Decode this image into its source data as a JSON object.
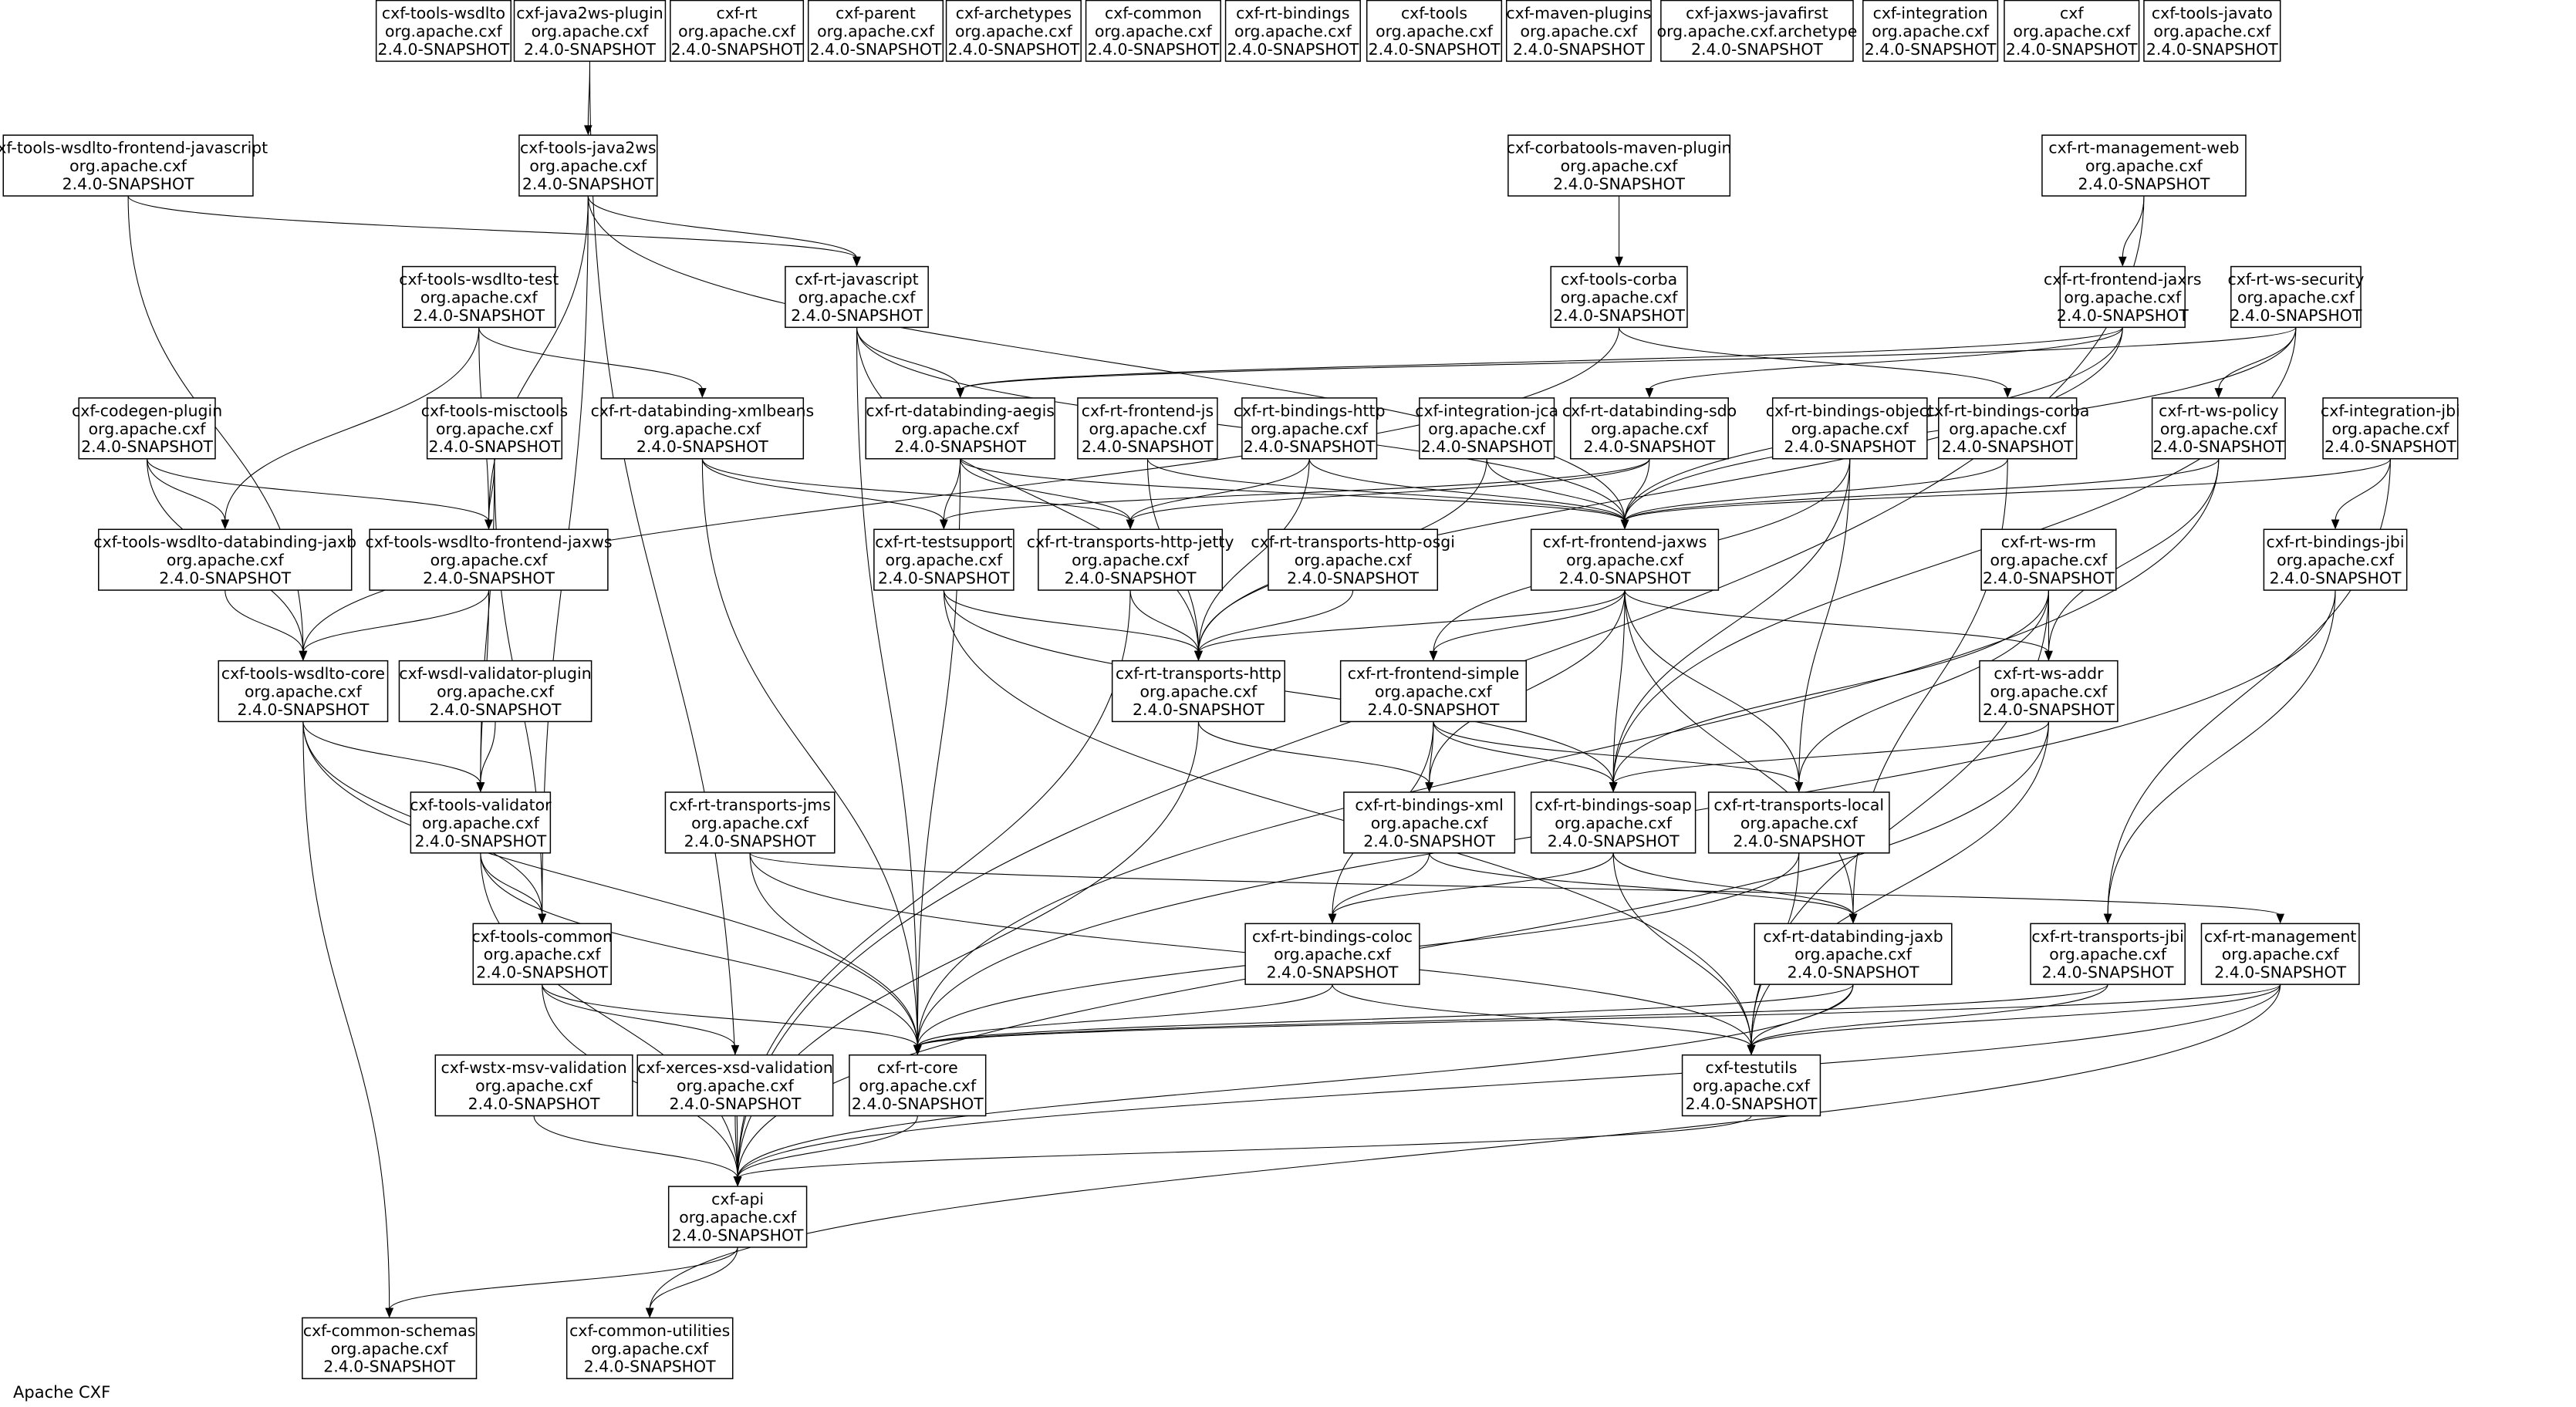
{
  "footer": "Apache CXF",
  "nodes": [
    {
      "id": "cxf-tools-wsdlto",
      "group": "org.apache.cxf",
      "version": "2.4.0-SNAPSHOT"
    },
    {
      "id": "cxf-java2ws-plugin",
      "group": "org.apache.cxf",
      "version": "2.4.0-SNAPSHOT"
    },
    {
      "id": "cxf-rt",
      "group": "org.apache.cxf",
      "version": "2.4.0-SNAPSHOT"
    },
    {
      "id": "cxf-parent",
      "group": "org.apache.cxf",
      "version": "2.4.0-SNAPSHOT"
    },
    {
      "id": "cxf-archetypes",
      "group": "org.apache.cxf",
      "version": "2.4.0-SNAPSHOT"
    },
    {
      "id": "cxf-common",
      "group": "org.apache.cxf",
      "version": "2.4.0-SNAPSHOT"
    },
    {
      "id": "cxf-rt-bindings",
      "group": "org.apache.cxf",
      "version": "2.4.0-SNAPSHOT"
    },
    {
      "id": "cxf-tools",
      "group": "org.apache.cxf",
      "version": "2.4.0-SNAPSHOT"
    },
    {
      "id": "cxf-maven-plugins",
      "group": "org.apache.cxf",
      "version": "2.4.0-SNAPSHOT"
    },
    {
      "id": "cxf-jaxws-javafirst",
      "group": "org.apache.cxf.archetype",
      "version": "2.4.0-SNAPSHOT"
    },
    {
      "id": "cxf-integration",
      "group": "org.apache.cxf",
      "version": "2.4.0-SNAPSHOT"
    },
    {
      "id": "cxf",
      "group": "org.apache.cxf",
      "version": "2.4.0-SNAPSHOT"
    },
    {
      "id": "cxf-tools-javato",
      "group": "org.apache.cxf",
      "version": "2.4.0-SNAPSHOT"
    },
    {
      "id": "cxf-tools-wsdlto-frontend-javascript",
      "group": "org.apache.cxf",
      "version": "2.4.0-SNAPSHOT"
    },
    {
      "id": "cxf-tools-java2ws",
      "group": "org.apache.cxf",
      "version": "2.4.0-SNAPSHOT"
    },
    {
      "id": "cxf-corbatools-maven-plugin",
      "group": "org.apache.cxf",
      "version": "2.4.0-SNAPSHOT"
    },
    {
      "id": "cxf-rt-management-web",
      "group": "org.apache.cxf",
      "version": "2.4.0-SNAPSHOT"
    },
    {
      "id": "cxf-tools-wsdlto-test",
      "group": "org.apache.cxf",
      "version": "2.4.0-SNAPSHOT"
    },
    {
      "id": "cxf-rt-javascript",
      "group": "org.apache.cxf",
      "version": "2.4.0-SNAPSHOT"
    },
    {
      "id": "cxf-tools-corba",
      "group": "org.apache.cxf",
      "version": "2.4.0-SNAPSHOT"
    },
    {
      "id": "cxf-rt-frontend-jaxrs",
      "group": "org.apache.cxf",
      "version": "2.4.0-SNAPSHOT"
    },
    {
      "id": "cxf-rt-ws-security",
      "group": "org.apache.cxf",
      "version": "2.4.0-SNAPSHOT"
    },
    {
      "id": "cxf-codegen-plugin",
      "group": "org.apache.cxf",
      "version": "2.4.0-SNAPSHOT"
    },
    {
      "id": "cxf-tools-misctools",
      "group": "org.apache.cxf",
      "version": "2.4.0-SNAPSHOT"
    },
    {
      "id": "cxf-rt-databinding-xmlbeans",
      "group": "org.apache.cxf",
      "version": "2.4.0-SNAPSHOT"
    },
    {
      "id": "cxf-rt-databinding-aegis",
      "group": "org.apache.cxf",
      "version": "2.4.0-SNAPSHOT"
    },
    {
      "id": "cxf-rt-frontend-js",
      "group": "org.apache.cxf",
      "version": "2.4.0-SNAPSHOT"
    },
    {
      "id": "cxf-rt-bindings-http",
      "group": "org.apache.cxf",
      "version": "2.4.0-SNAPSHOT"
    },
    {
      "id": "cxf-integration-jca",
      "group": "org.apache.cxf",
      "version": "2.4.0-SNAPSHOT"
    },
    {
      "id": "cxf-rt-databinding-sdo",
      "group": "org.apache.cxf",
      "version": "2.4.0-SNAPSHOT"
    },
    {
      "id": "cxf-rt-bindings-object",
      "group": "org.apache.cxf",
      "version": "2.4.0-SNAPSHOT"
    },
    {
      "id": "cxf-rt-bindings-corba",
      "group": "org.apache.cxf",
      "version": "2.4.0-SNAPSHOT"
    },
    {
      "id": "cxf-rt-ws-policy",
      "group": "org.apache.cxf",
      "version": "2.4.0-SNAPSHOT"
    },
    {
      "id": "cxf-integration-jbi",
      "group": "org.apache.cxf",
      "version": "2.4.0-SNAPSHOT"
    },
    {
      "id": "cxf-tools-wsdlto-databinding-jaxb",
      "group": "org.apache.cxf",
      "version": "2.4.0-SNAPSHOT"
    },
    {
      "id": "cxf-tools-wsdlto-frontend-jaxws",
      "group": "org.apache.cxf",
      "version": "2.4.0-SNAPSHOT"
    },
    {
      "id": "cxf-rt-testsupport",
      "group": "org.apache.cxf",
      "version": "2.4.0-SNAPSHOT"
    },
    {
      "id": "cxf-rt-transports-http-jetty",
      "group": "org.apache.cxf",
      "version": "2.4.0-SNAPSHOT"
    },
    {
      "id": "cxf-rt-transports-http-osgi",
      "group": "org.apache.cxf",
      "version": "2.4.0-SNAPSHOT"
    },
    {
      "id": "cxf-rt-frontend-jaxws",
      "group": "org.apache.cxf",
      "version": "2.4.0-SNAPSHOT"
    },
    {
      "id": "cxf-rt-ws-rm",
      "group": "org.apache.cxf",
      "version": "2.4.0-SNAPSHOT"
    },
    {
      "id": "cxf-rt-bindings-jbi",
      "group": "org.apache.cxf",
      "version": "2.4.0-SNAPSHOT"
    },
    {
      "id": "cxf-tools-wsdlto-core",
      "group": "org.apache.cxf",
      "version": "2.4.0-SNAPSHOT"
    },
    {
      "id": "cxf-wsdl-validator-plugin",
      "group": "org.apache.cxf",
      "version": "2.4.0-SNAPSHOT"
    },
    {
      "id": "cxf-rt-transports-http",
      "group": "org.apache.cxf",
      "version": "2.4.0-SNAPSHOT"
    },
    {
      "id": "cxf-rt-frontend-simple",
      "group": "org.apache.cxf",
      "version": "2.4.0-SNAPSHOT"
    },
    {
      "id": "cxf-rt-ws-addr",
      "group": "org.apache.cxf",
      "version": "2.4.0-SNAPSHOT"
    },
    {
      "id": "cxf-tools-validator",
      "group": "org.apache.cxf",
      "version": "2.4.0-SNAPSHOT"
    },
    {
      "id": "cxf-rt-transports-jms",
      "group": "org.apache.cxf",
      "version": "2.4.0-SNAPSHOT"
    },
    {
      "id": "cxf-rt-bindings-xml",
      "group": "org.apache.cxf",
      "version": "2.4.0-SNAPSHOT"
    },
    {
      "id": "cxf-rt-bindings-soap",
      "group": "org.apache.cxf",
      "version": "2.4.0-SNAPSHOT"
    },
    {
      "id": "cxf-rt-transports-local",
      "group": "org.apache.cxf",
      "version": "2.4.0-SNAPSHOT"
    },
    {
      "id": "cxf-tools-common",
      "group": "org.apache.cxf",
      "version": "2.4.0-SNAPSHOT"
    },
    {
      "id": "cxf-rt-bindings-coloc",
      "group": "org.apache.cxf",
      "version": "2.4.0-SNAPSHOT"
    },
    {
      "id": "cxf-rt-databinding-jaxb",
      "group": "org.apache.cxf",
      "version": "2.4.0-SNAPSHOT"
    },
    {
      "id": "cxf-rt-transports-jbi",
      "group": "org.apache.cxf",
      "version": "2.4.0-SNAPSHOT"
    },
    {
      "id": "cxf-rt-management",
      "group": "org.apache.cxf",
      "version": "2.4.0-SNAPSHOT"
    },
    {
      "id": "cxf-wstx-msv-validation",
      "group": "org.apache.cxf",
      "version": "2.4.0-SNAPSHOT"
    },
    {
      "id": "cxf-xerces-xsd-validation",
      "group": "org.apache.cxf",
      "version": "2.4.0-SNAPSHOT"
    },
    {
      "id": "cxf-rt-core",
      "group": "org.apache.cxf",
      "version": "2.4.0-SNAPSHOT"
    },
    {
      "id": "cxf-testutils",
      "group": "org.apache.cxf",
      "version": "2.4.0-SNAPSHOT"
    },
    {
      "id": "cxf-api",
      "group": "org.apache.cxf",
      "version": "2.4.0-SNAPSHOT"
    },
    {
      "id": "cxf-common-schemas",
      "group": "org.apache.cxf",
      "version": "2.4.0-SNAPSHOT"
    },
    {
      "id": "cxf-common-utilities",
      "group": "org.apache.cxf",
      "version": "2.4.0-SNAPSHOT"
    }
  ],
  "edges": [
    [
      "cxf-java2ws-plugin",
      "cxf-tools-java2ws"
    ],
    [
      "cxf-java2ws-plugin",
      "cxf-api"
    ],
    [
      "cxf-tools-wsdlto-frontend-javascript",
      "cxf-rt-javascript"
    ],
    [
      "cxf-tools-wsdlto-frontend-javascript",
      "cxf-tools-wsdlto-core"
    ],
    [
      "cxf-tools-java2ws",
      "cxf-rt-javascript"
    ],
    [
      "cxf-tools-java2ws",
      "cxf-tools-wsdlto-frontend-jaxws"
    ],
    [
      "cxf-tools-java2ws",
      "cxf-tools-common"
    ],
    [
      "cxf-tools-java2ws",
      "cxf-rt-frontend-jaxws"
    ],
    [
      "cxf-corbatools-maven-plugin",
      "cxf-tools-corba"
    ],
    [
      "cxf-rt-management-web",
      "cxf-rt-frontend-jaxrs"
    ],
    [
      "cxf-rt-management-web",
      "cxf-api"
    ],
    [
      "cxf-tools-wsdlto-test",
      "cxf-rt-databinding-xmlbeans"
    ],
    [
      "cxf-tools-wsdlto-test",
      "cxf-tools-wsdlto-frontend-jaxws"
    ],
    [
      "cxf-tools-wsdlto-test",
      "cxf-tools-wsdlto-databinding-jaxb"
    ],
    [
      "cxf-rt-javascript",
      "cxf-rt-databinding-aegis"
    ],
    [
      "cxf-rt-javascript",
      "cxf-rt-frontend-jaxws"
    ],
    [
      "cxf-rt-javascript",
      "cxf-rt-transports-http"
    ],
    [
      "cxf-rt-javascript",
      "cxf-rt-core"
    ],
    [
      "cxf-tools-corba",
      "cxf-rt-bindings-corba"
    ],
    [
      "cxf-tools-corba",
      "cxf-tools-wsdlto-core"
    ],
    [
      "cxf-codegen-plugin",
      "cxf-tools-wsdlto-databinding-jaxb"
    ],
    [
      "cxf-codegen-plugin",
      "cxf-tools-wsdlto-frontend-jaxws"
    ],
    [
      "cxf-codegen-plugin",
      "cxf-tools-wsdlto-core"
    ],
    [
      "cxf-tools-misctools",
      "cxf-tools-wsdlto-frontend-jaxws"
    ],
    [
      "cxf-tools-misctools",
      "cxf-tools-validator"
    ],
    [
      "cxf-tools-misctools",
      "cxf-tools-common"
    ],
    [
      "cxf-rt-databinding-xmlbeans",
      "cxf-rt-testsupport"
    ],
    [
      "cxf-rt-databinding-xmlbeans",
      "cxf-rt-transports-http-jetty"
    ],
    [
      "cxf-rt-databinding-xmlbeans",
      "cxf-rt-core"
    ],
    [
      "cxf-rt-databinding-aegis",
      "cxf-rt-testsupport"
    ],
    [
      "cxf-rt-databinding-aegis",
      "cxf-rt-transports-http-jetty"
    ],
    [
      "cxf-rt-databinding-aegis",
      "cxf-rt-frontend-jaxws"
    ],
    [
      "cxf-rt-databinding-aegis",
      "cxf-rt-core"
    ],
    [
      "cxf-rt-frontend-js",
      "cxf-rt-frontend-jaxws"
    ],
    [
      "cxf-rt-frontend-js",
      "cxf-rt-transports-http"
    ],
    [
      "cxf-rt-bindings-http",
      "cxf-rt-transports-http-jetty"
    ],
    [
      "cxf-rt-bindings-http",
      "cxf-rt-frontend-jaxws"
    ],
    [
      "cxf-rt-bindings-http",
      "cxf-rt-transports-http"
    ],
    [
      "cxf-integration-jca",
      "cxf-rt-frontend-jaxws"
    ],
    [
      "cxf-integration-jca",
      "cxf-rt-transports-http"
    ],
    [
      "cxf-rt-databinding-sdo",
      "cxf-rt-frontend-jaxws"
    ],
    [
      "cxf-rt-databinding-sdo",
      "cxf-rt-testsupport"
    ],
    [
      "cxf-rt-databinding-sdo",
      "cxf-rt-transports-http-jetty"
    ],
    [
      "cxf-rt-bindings-object",
      "cxf-rt-frontend-simple"
    ],
    [
      "cxf-rt-bindings-object",
      "cxf-rt-transports-local"
    ],
    [
      "cxf-rt-bindings-object",
      "cxf-rt-bindings-soap"
    ],
    [
      "cxf-rt-bindings-corba",
      "cxf-rt-frontend-jaxws"
    ],
    [
      "cxf-rt-bindings-corba",
      "cxf-rt-databinding-jaxb"
    ],
    [
      "cxf-rt-ws-policy",
      "cxf-rt-frontend-jaxws"
    ],
    [
      "cxf-rt-ws-policy",
      "cxf-rt-ws-addr"
    ],
    [
      "cxf-rt-ws-policy",
      "cxf-rt-core"
    ],
    [
      "cxf-integration-jbi",
      "cxf-rt-bindings-jbi"
    ],
    [
      "cxf-integration-jbi",
      "cxf-rt-frontend-jaxws"
    ],
    [
      "cxf-integration-jbi",
      "cxf-rt-transports-jbi"
    ],
    [
      "cxf-rt-frontend-jaxrs",
      "cxf-rt-databinding-aegis"
    ],
    [
      "cxf-rt-frontend-jaxrs",
      "cxf-rt-databinding-sdo"
    ],
    [
      "cxf-rt-frontend-jaxrs",
      "cxf-rt-transports-http"
    ],
    [
      "cxf-rt-frontend-jaxrs",
      "cxf-rt-frontend-jaxws"
    ],
    [
      "cxf-rt-ws-security",
      "cxf-rt-ws-policy"
    ],
    [
      "cxf-rt-ws-security",
      "cxf-rt-frontend-jaxws"
    ],
    [
      "cxf-rt-ws-security",
      "cxf-rt-databinding-aegis"
    ],
    [
      "cxf-rt-ws-security",
      "cxf-rt-bindings-soap"
    ],
    [
      "cxf-tools-wsdlto-databinding-jaxb",
      "cxf-tools-wsdlto-core"
    ],
    [
      "cxf-tools-wsdlto-frontend-jaxws",
      "cxf-tools-wsdlto-core"
    ],
    [
      "cxf-tools-wsdlto-frontend-jaxws",
      "cxf-tools-validator"
    ],
    [
      "cxf-rt-testsupport",
      "cxf-rt-transports-http"
    ],
    [
      "cxf-rt-testsupport",
      "cxf-rt-bindings-soap"
    ],
    [
      "cxf-rt-testsupport",
      "cxf-testutils"
    ],
    [
      "cxf-rt-transports-http-jetty",
      "cxf-rt-transports-http"
    ],
    [
      "cxf-rt-transports-http-jetty",
      "cxf-api"
    ],
    [
      "cxf-rt-transports-http-osgi",
      "cxf-rt-transports-http"
    ],
    [
      "cxf-rt-frontend-jaxws",
      "cxf-rt-frontend-simple"
    ],
    [
      "cxf-rt-frontend-jaxws",
      "cxf-rt-transports-http"
    ],
    [
      "cxf-rt-frontend-jaxws",
      "cxf-rt-ws-addr"
    ],
    [
      "cxf-rt-frontend-jaxws",
      "cxf-rt-transports-local"
    ],
    [
      "cxf-rt-frontend-jaxws",
      "cxf-rt-bindings-xml"
    ],
    [
      "cxf-rt-frontend-jaxws",
      "cxf-rt-bindings-soap"
    ],
    [
      "cxf-rt-frontend-jaxws",
      "cxf-rt-databinding-jaxb"
    ],
    [
      "cxf-rt-ws-rm",
      "cxf-rt-ws-addr"
    ],
    [
      "cxf-rt-ws-rm",
      "cxf-rt-bindings-soap"
    ],
    [
      "cxf-rt-ws-rm",
      "cxf-testutils"
    ],
    [
      "cxf-rt-ws-rm",
      "cxf-rt-transports-local"
    ],
    [
      "cxf-rt-bindings-jbi",
      "cxf-rt-transports-jbi"
    ],
    [
      "cxf-rt-bindings-jbi",
      "cxf-rt-core"
    ],
    [
      "cxf-tools-wsdlto-core",
      "cxf-tools-validator"
    ],
    [
      "cxf-tools-wsdlto-core",
      "cxf-tools-common"
    ],
    [
      "cxf-tools-wsdlto-core",
      "cxf-rt-core"
    ],
    [
      "cxf-tools-wsdlto-core",
      "cxf-common-schemas"
    ],
    [
      "cxf-wsdl-validator-plugin",
      "cxf-tools-validator"
    ],
    [
      "cxf-rt-transports-http",
      "cxf-rt-bindings-xml"
    ],
    [
      "cxf-rt-transports-http",
      "cxf-api"
    ],
    [
      "cxf-rt-frontend-simple",
      "cxf-rt-bindings-xml"
    ],
    [
      "cxf-rt-frontend-simple",
      "cxf-rt-bindings-soap"
    ],
    [
      "cxf-rt-frontend-simple",
      "cxf-rt-transports-local"
    ],
    [
      "cxf-rt-frontend-simple",
      "cxf-rt-bindings-coloc"
    ],
    [
      "cxf-rt-ws-addr",
      "cxf-rt-bindings-soap"
    ],
    [
      "cxf-rt-ws-addr",
      "cxf-testutils"
    ],
    [
      "cxf-rt-ws-addr",
      "cxf-api"
    ],
    [
      "cxf-tools-validator",
      "cxf-tools-common"
    ],
    [
      "cxf-tools-validator",
      "cxf-rt-core"
    ],
    [
      "cxf-tools-validator",
      "cxf-api"
    ],
    [
      "cxf-rt-transports-jms",
      "cxf-rt-core"
    ],
    [
      "cxf-rt-transports-jms",
      "cxf-testutils"
    ],
    [
      "cxf-rt-transports-jms",
      "cxf-rt-management"
    ],
    [
      "cxf-rt-bindings-xml",
      "cxf-rt-bindings-coloc"
    ],
    [
      "cxf-rt-bindings-xml",
      "cxf-rt-databinding-jaxb"
    ],
    [
      "cxf-rt-bindings-soap",
      "cxf-rt-databinding-jaxb"
    ],
    [
      "cxf-rt-bindings-soap",
      "cxf-testutils"
    ],
    [
      "cxf-rt-bindings-soap",
      "cxf-rt-bindings-coloc"
    ],
    [
      "cxf-rt-transports-local",
      "cxf-testutils"
    ],
    [
      "cxf-rt-transports-local",
      "cxf-rt-core"
    ],
    [
      "cxf-tools-common",
      "cxf-rt-core"
    ],
    [
      "cxf-tools-common",
      "cxf-api"
    ],
    [
      "cxf-tools-common",
      "cxf-xerces-xsd-validation"
    ],
    [
      "cxf-rt-bindings-coloc",
      "cxf-rt-core"
    ],
    [
      "cxf-rt-bindings-coloc",
      "cxf-testutils"
    ],
    [
      "cxf-rt-databinding-jaxb",
      "cxf-rt-core"
    ],
    [
      "cxf-rt-databinding-jaxb",
      "cxf-testutils"
    ],
    [
      "cxf-rt-databinding-jaxb",
      "cxf-api"
    ],
    [
      "cxf-rt-transports-jbi",
      "cxf-testutils"
    ],
    [
      "cxf-rt-transports-jbi",
      "cxf-rt-core"
    ],
    [
      "cxf-rt-management",
      "cxf-rt-core"
    ],
    [
      "cxf-rt-management",
      "cxf-testutils"
    ],
    [
      "cxf-rt-management",
      "cxf-api"
    ],
    [
      "cxf-rt-management",
      "cxf-common-utilities"
    ],
    [
      "cxf-wstx-msv-validation",
      "cxf-api"
    ],
    [
      "cxf-xerces-xsd-validation",
      "cxf-api"
    ],
    [
      "cxf-rt-core",
      "cxf-api"
    ],
    [
      "cxf-testutils",
      "cxf-api"
    ],
    [
      "cxf-api",
      "cxf-common-schemas"
    ],
    [
      "cxf-api",
      "cxf-common-utilities"
    ]
  ]
}
